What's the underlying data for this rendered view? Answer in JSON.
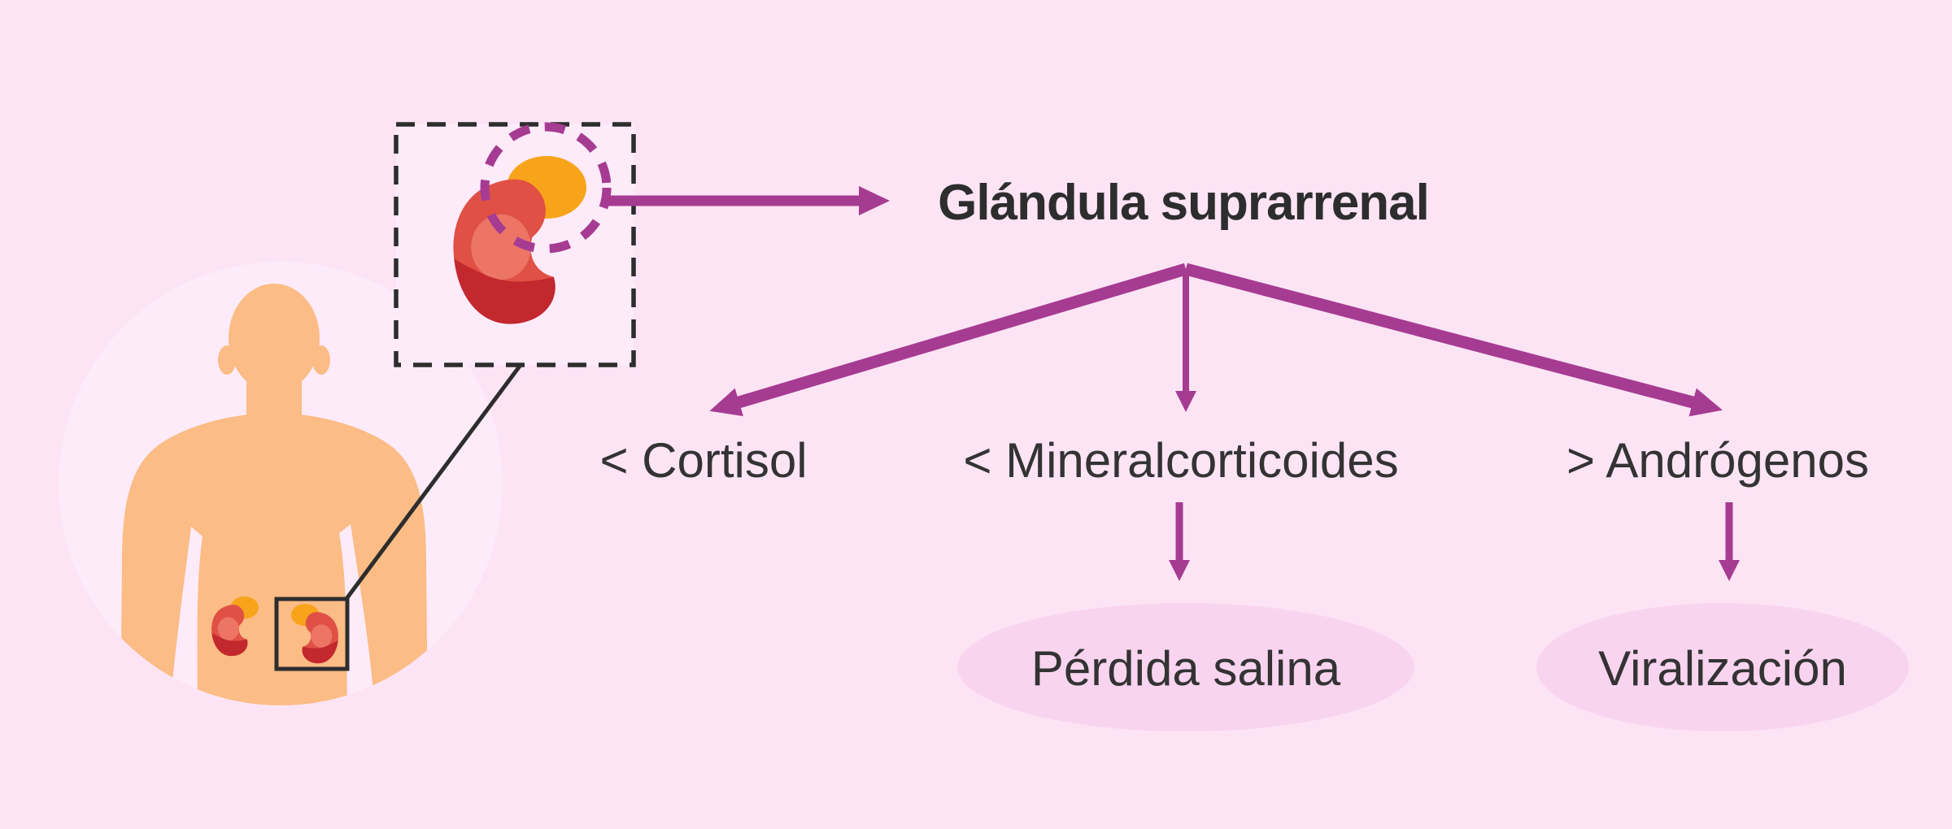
{
  "diagram": {
    "title": "Glándula suprarrenal",
    "branches": [
      {
        "label": "< Cortisol"
      },
      {
        "label": "< Mineralcorticoides",
        "outcome": "Pérdida salina"
      },
      {
        "label": "> Andrógenos",
        "outcome": "Viralización"
      }
    ]
  },
  "illustration": {
    "icons": {
      "body": "human-body-silhouette-icon",
      "kidneys": "kidney-with-adrenal-gland-icon",
      "inset": "magnified-kidney-adrenal-icon",
      "highlight": "adrenal-dashed-circle-icon"
    }
  },
  "colors": {
    "background": "#fce4f5",
    "halo_circle": "#fdebfa",
    "inset_background": "#fdebfa",
    "outcome_bubble": "#f9d4ef",
    "accent_magenta": "#a63b92",
    "outline_dark": "#2d2d2d",
    "text_dark": "#333333",
    "skin": "#fbbc85",
    "kidney_base": "#e05045",
    "kidney_highlight": "#ec7566",
    "kidney_lower": "#c2282e",
    "adrenal_orange": "#f8a41b"
  }
}
